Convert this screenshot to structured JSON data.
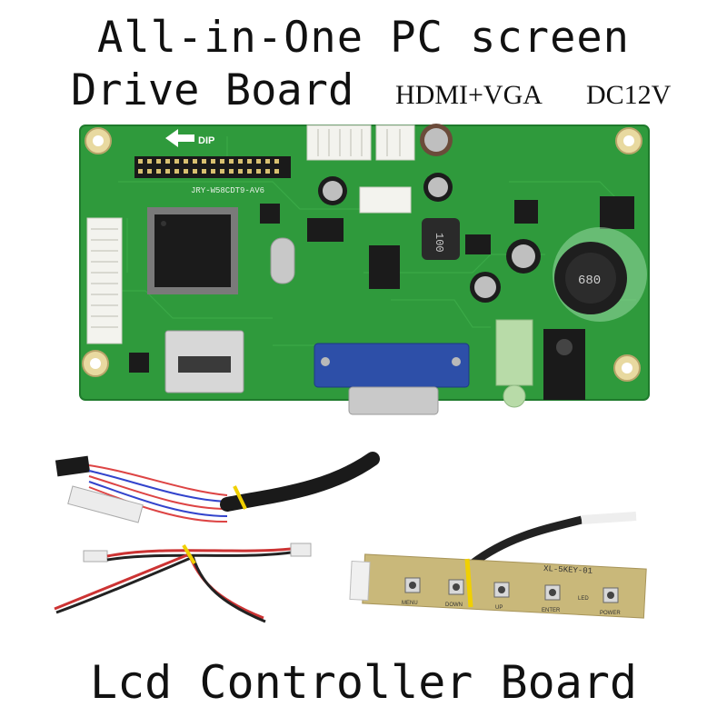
{
  "header": {
    "line1": "All-in-One PC screen",
    "line2": "Drive Board",
    "interface": "HDMI+VGA",
    "power": "DC12V"
  },
  "footer": {
    "caption": "Lcd Controller Board"
  },
  "board": {
    "arrow_label": "DIP",
    "model": "JRY-W58CDT9-AV6",
    "inductor_small": "100",
    "inductor_large": "680"
  },
  "keypad": {
    "model": "XL-5KEY-01",
    "keys": [
      "MENU",
      "DOWN",
      "UP",
      "ENTER",
      "POWER"
    ],
    "led_label": "LED"
  },
  "colors": {
    "pcb_green": "#2f9a3c",
    "pcb_dark": "#1f7a2c",
    "vga_blue": "#2d4fa8",
    "keypad_tan": "#c9b87a"
  }
}
